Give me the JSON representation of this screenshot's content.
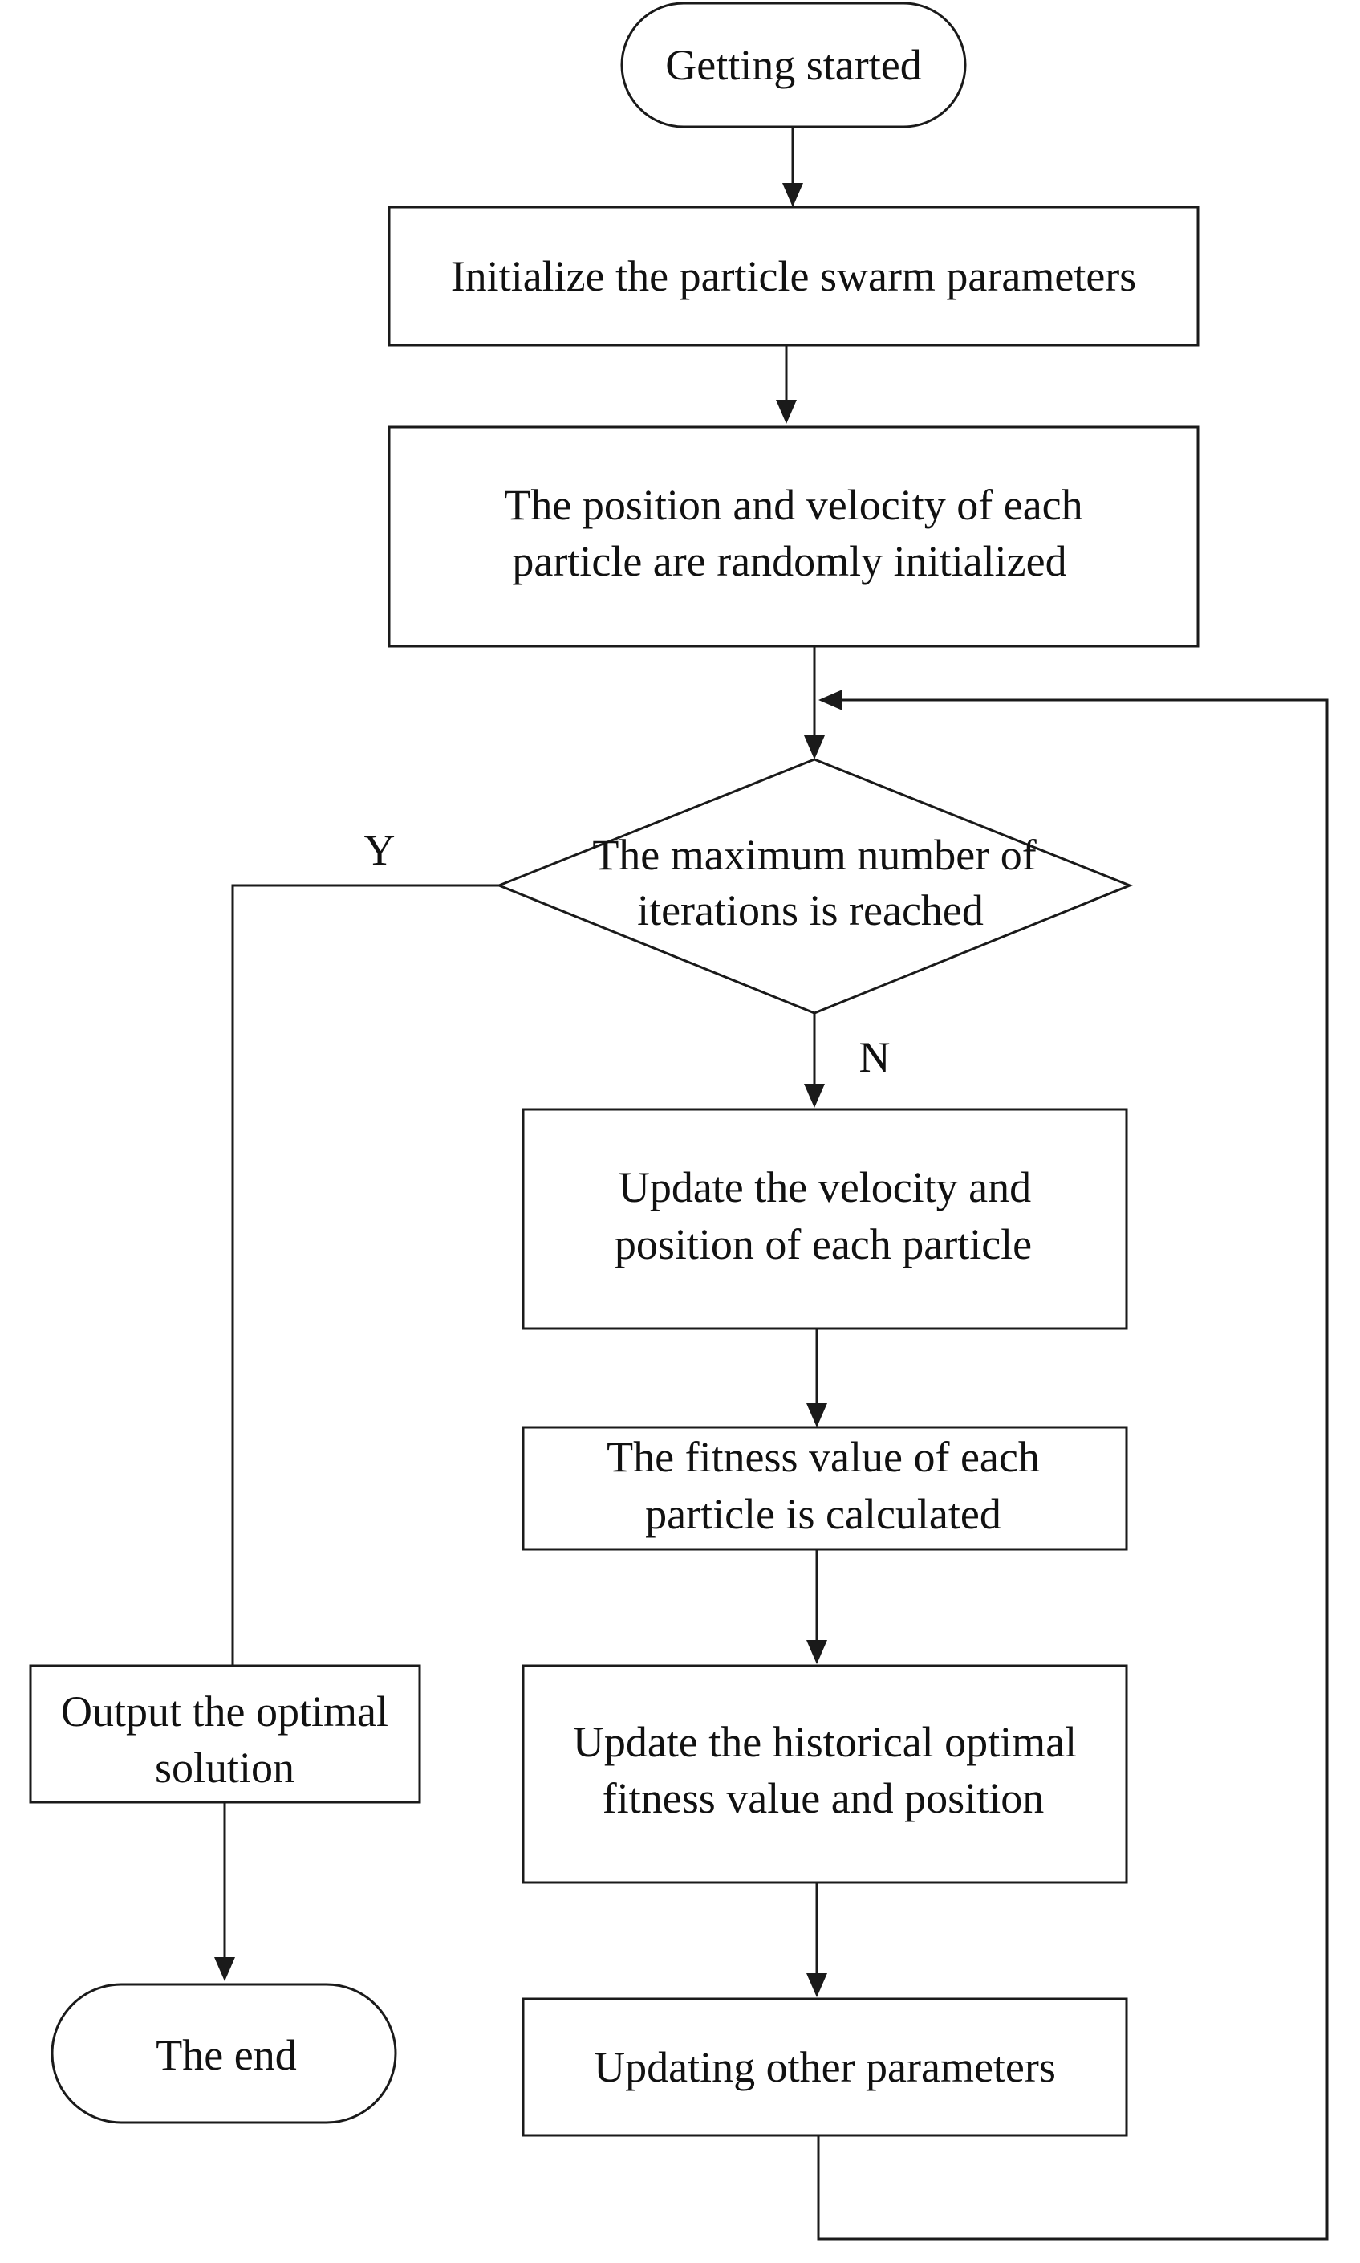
{
  "flowchart": {
    "start": "Getting started",
    "init_params": "Initialize the particle swarm parameters",
    "random_init": [
      "The position and velocity of each",
      "particle are randomly initialized"
    ],
    "decision": [
      "The maximum number of",
      "iterations is reached"
    ],
    "yes_label": "Y",
    "no_label": "N",
    "update_velocity": [
      "Update the velocity and",
      "position of each particle"
    ],
    "fitness_calc": [
      "The fitness value of each",
      "particle is calculated"
    ],
    "update_historical": [
      "Update the historical optimal",
      "fitness value and position"
    ],
    "update_other": "Updating other parameters",
    "output": [
      "Output the optimal",
      "solution"
    ],
    "end": "The end"
  }
}
